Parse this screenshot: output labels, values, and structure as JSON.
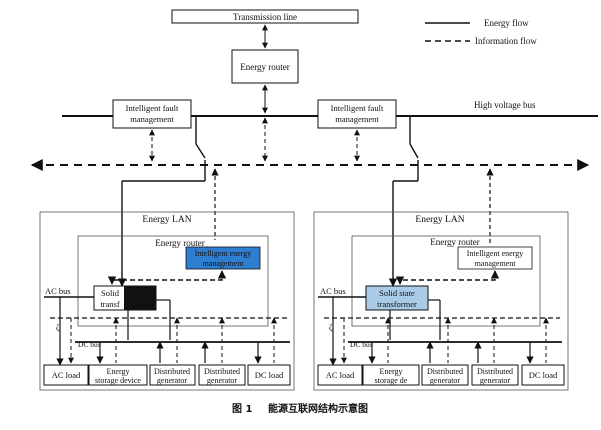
{
  "top": {
    "transmission_line": "Transmission line",
    "energy_router": "Energy router",
    "fault_left": [
      "Intelligent fault",
      "management"
    ],
    "fault_right": [
      "Intelligent fault",
      "management"
    ],
    "hv_bus": "High voltage bus"
  },
  "legend": {
    "energy_flow": "Energy flow",
    "information_flow": "Information flow"
  },
  "lan_left": {
    "title": "Energy LAN",
    "router": "Energy router",
    "iem": [
      "Intelligent energy",
      "management"
    ],
    "sst": [
      "Solid",
      "transf"
    ],
    "ac_bus": "AC bus",
    "dc_bus": "DC bus",
    "devices": {
      "ac_load": [
        "AC load"
      ],
      "storage": [
        "Energy",
        "storage device"
      ],
      "dg1": [
        "Distributed",
        "generator"
      ],
      "dg2": [
        "Distributed",
        "generator"
      ],
      "dc_load": [
        "DC load"
      ]
    }
  },
  "lan_right": {
    "title": "Energy LAN",
    "router": "Energy router",
    "iem": [
      "Intelligent energy",
      "management"
    ],
    "sst": [
      "Solid state",
      "transformer"
    ],
    "ac_bus": "AC bus",
    "dc_bus": "DC bus",
    "devices": {
      "ac_load": [
        "AC load"
      ],
      "storage": [
        "Energy",
        "storage de"
      ],
      "dg1": [
        "Distributed",
        "generator"
      ],
      "dg2": [
        "Distributed",
        "generator"
      ],
      "dc_load": [
        "DC load"
      ]
    }
  },
  "caption": {
    "label": "图 1",
    "text": "能源互联网结构示意图"
  },
  "colors": {
    "iem_left_fill": "#2e7fd1",
    "sst_right_fill": "#a9cbe8",
    "sst_left_dark": "#111111",
    "line": "#111111"
  }
}
